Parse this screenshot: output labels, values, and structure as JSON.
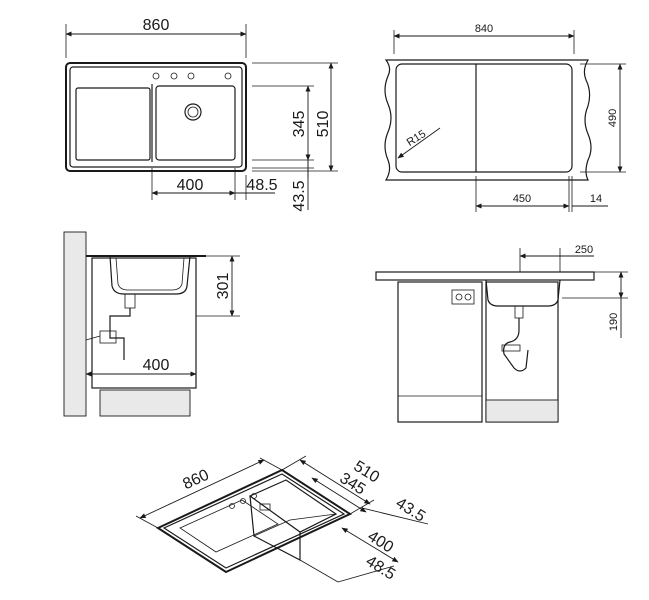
{
  "labels": {
    "top_width": "860",
    "top_depth": "510",
    "top_bowl_depth": "345",
    "top_bowl_width": "400",
    "top_right_offset": "48.5",
    "top_bottom_offset": "43.5",
    "cutout_width": "840",
    "cutout_depth": "490",
    "cutout_radius": "R15",
    "cutout_bowl": "450",
    "cutout_edge": "14",
    "side_height": "301",
    "side_width": "400",
    "front_offset": "250",
    "front_height": "190",
    "iso_width": "860",
    "iso_depth": "510",
    "iso_bowl_depth": "345",
    "iso_offset": "43.5",
    "iso_bowl_width": "400",
    "iso_side_offset": "48.5"
  }
}
